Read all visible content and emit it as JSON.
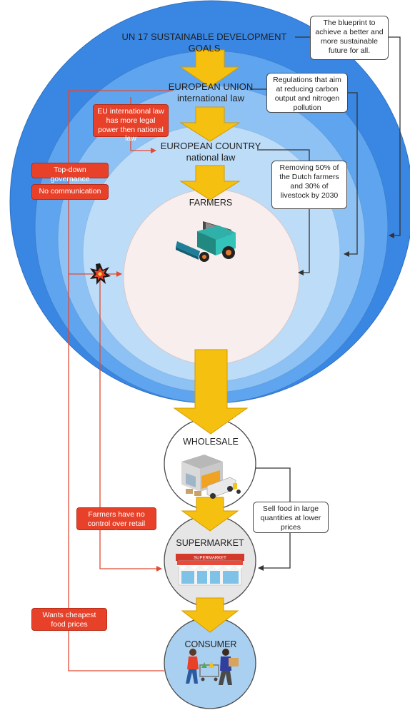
{
  "rings": {
    "un_goals": "UN 17 SUSTAINABLE DEVELOPMENT GOALS",
    "eu_title": "EUROPEAN UNION",
    "eu_sub": "international law",
    "country_title": "EUROPEAN COUNTRY",
    "country_sub": "national law",
    "farmers": "FARMERS"
  },
  "chain": {
    "wholesale": "WHOLESALE",
    "supermarket": "SUPERMARKET",
    "supermarket_sign": "SUPERMARKET",
    "consumer": "CONSUMER"
  },
  "notes": {
    "blueprint": "The blueprint to achieve a better and more sustainable future for all.",
    "regulations": "Regulations that aim at reducing carbon output and nitrogen pollution",
    "removing": "Removing 50% of the Dutch farmers and 30% of livestock by 2030",
    "sell_food": "Sell food in large quantities at lower prices"
  },
  "issues": {
    "eu_law_power": "EU international law has more legal power then national law",
    "top_down": "Top-down governance",
    "no_communication": "No communication",
    "no_control": "Farmers have no control over retail price",
    "cheapest": "Wants cheapest food prices"
  },
  "icons": [
    "combine-harvester-icon",
    "warehouse-icon",
    "supermarket-storefront-icon",
    "shoppers-with-cart-icon",
    "conflict-explosion-icon"
  ],
  "colors": {
    "ring_outer": "#3a87e3",
    "ring_eu": "#5ea4ee",
    "ring_country": "#8ec2f4",
    "ring_inner": "#bddcf8",
    "core": "#f8eeee",
    "arrow": "#f6c010",
    "arrow_edge": "#d29a00",
    "issue_red": "#e8412a",
    "connector": "#333333"
  }
}
